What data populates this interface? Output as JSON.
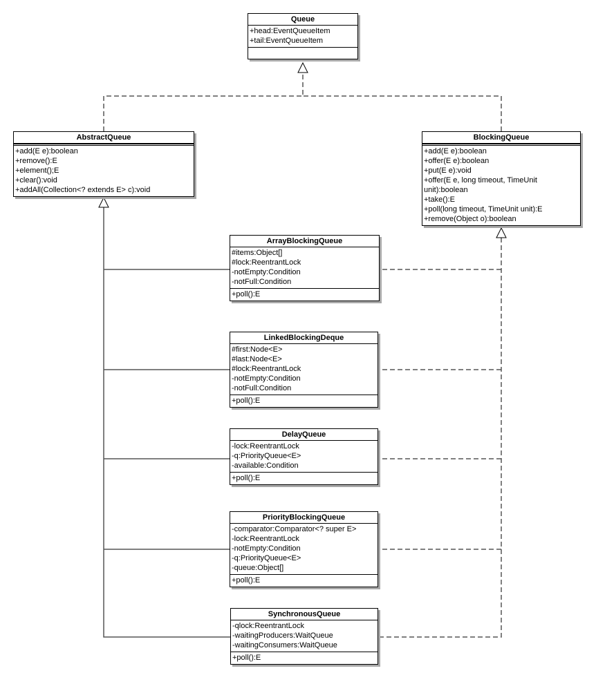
{
  "classes": {
    "queue": {
      "name": "Queue",
      "attributes": [
        "+head:EventQueueItem",
        "+tail:EventQueueItem"
      ],
      "operations": []
    },
    "abstract_queue": {
      "name": "AbstractQueue",
      "attributes": [],
      "operations": [
        "+add(E e):boolean",
        "+remove():E",
        "+element();E",
        "+clear():void",
        "+addAll(Collection<? extends E> c):void"
      ]
    },
    "blocking_queue": {
      "name": "BlockingQueue",
      "attributes": [],
      "operations": [
        "+add(E e):boolean",
        "+offer(E e):boolean",
        "+put(E e):void",
        "+offer(E e, long timeout, TimeUnit unit):boolean",
        "+take():E",
        "+poll(long timeout, TimeUnit unit):E",
        "+remove(Object o):boolean"
      ]
    },
    "array_blocking_queue": {
      "name": "ArrayBlockingQueue",
      "attributes": [
        "#items:Object[]",
        "#lock:ReentrantLock",
        "-notEmpty:Condition",
        "-notFull:Condition"
      ],
      "operations": [
        "+poll():E"
      ]
    },
    "linked_blocking_deque": {
      "name": "LinkedBlockingDeque",
      "attributes": [
        "#first:Node<E>",
        "#last:Node<E>",
        "#lock:ReentrantLock",
        "-notEmpty:Condition",
        "-notFull:Condition"
      ],
      "operations": [
        "+poll():E"
      ]
    },
    "delay_queue": {
      "name": "DelayQueue",
      "attributes": [
        "-lock:ReentrantLock",
        "-q:PriorityQueue<E>",
        "-available:Condition"
      ],
      "operations": [
        "+poll():E"
      ]
    },
    "priority_blocking_queue": {
      "name": "PriorityBlockingQueue",
      "attributes": [
        "-comparator:Comparator<? super E>",
        "-lock:ReentrantLock",
        "-notEmpty:Condition",
        "-q:PriorityQueue<E>",
        "-queue:Object[]"
      ],
      "operations": [
        "+poll():E"
      ]
    },
    "synchronous_queue": {
      "name": "SynchronousQueue",
      "attributes": [
        "-qlock:ReentrantLock",
        "-waitingProducers:WaitQueue",
        "-waitingConsumers:WaitQueue"
      ],
      "operations": [
        "+poll():E"
      ]
    }
  },
  "colors": {
    "line": "#555555",
    "box_border": "#000000",
    "shadow": "#a8a8a8"
  }
}
